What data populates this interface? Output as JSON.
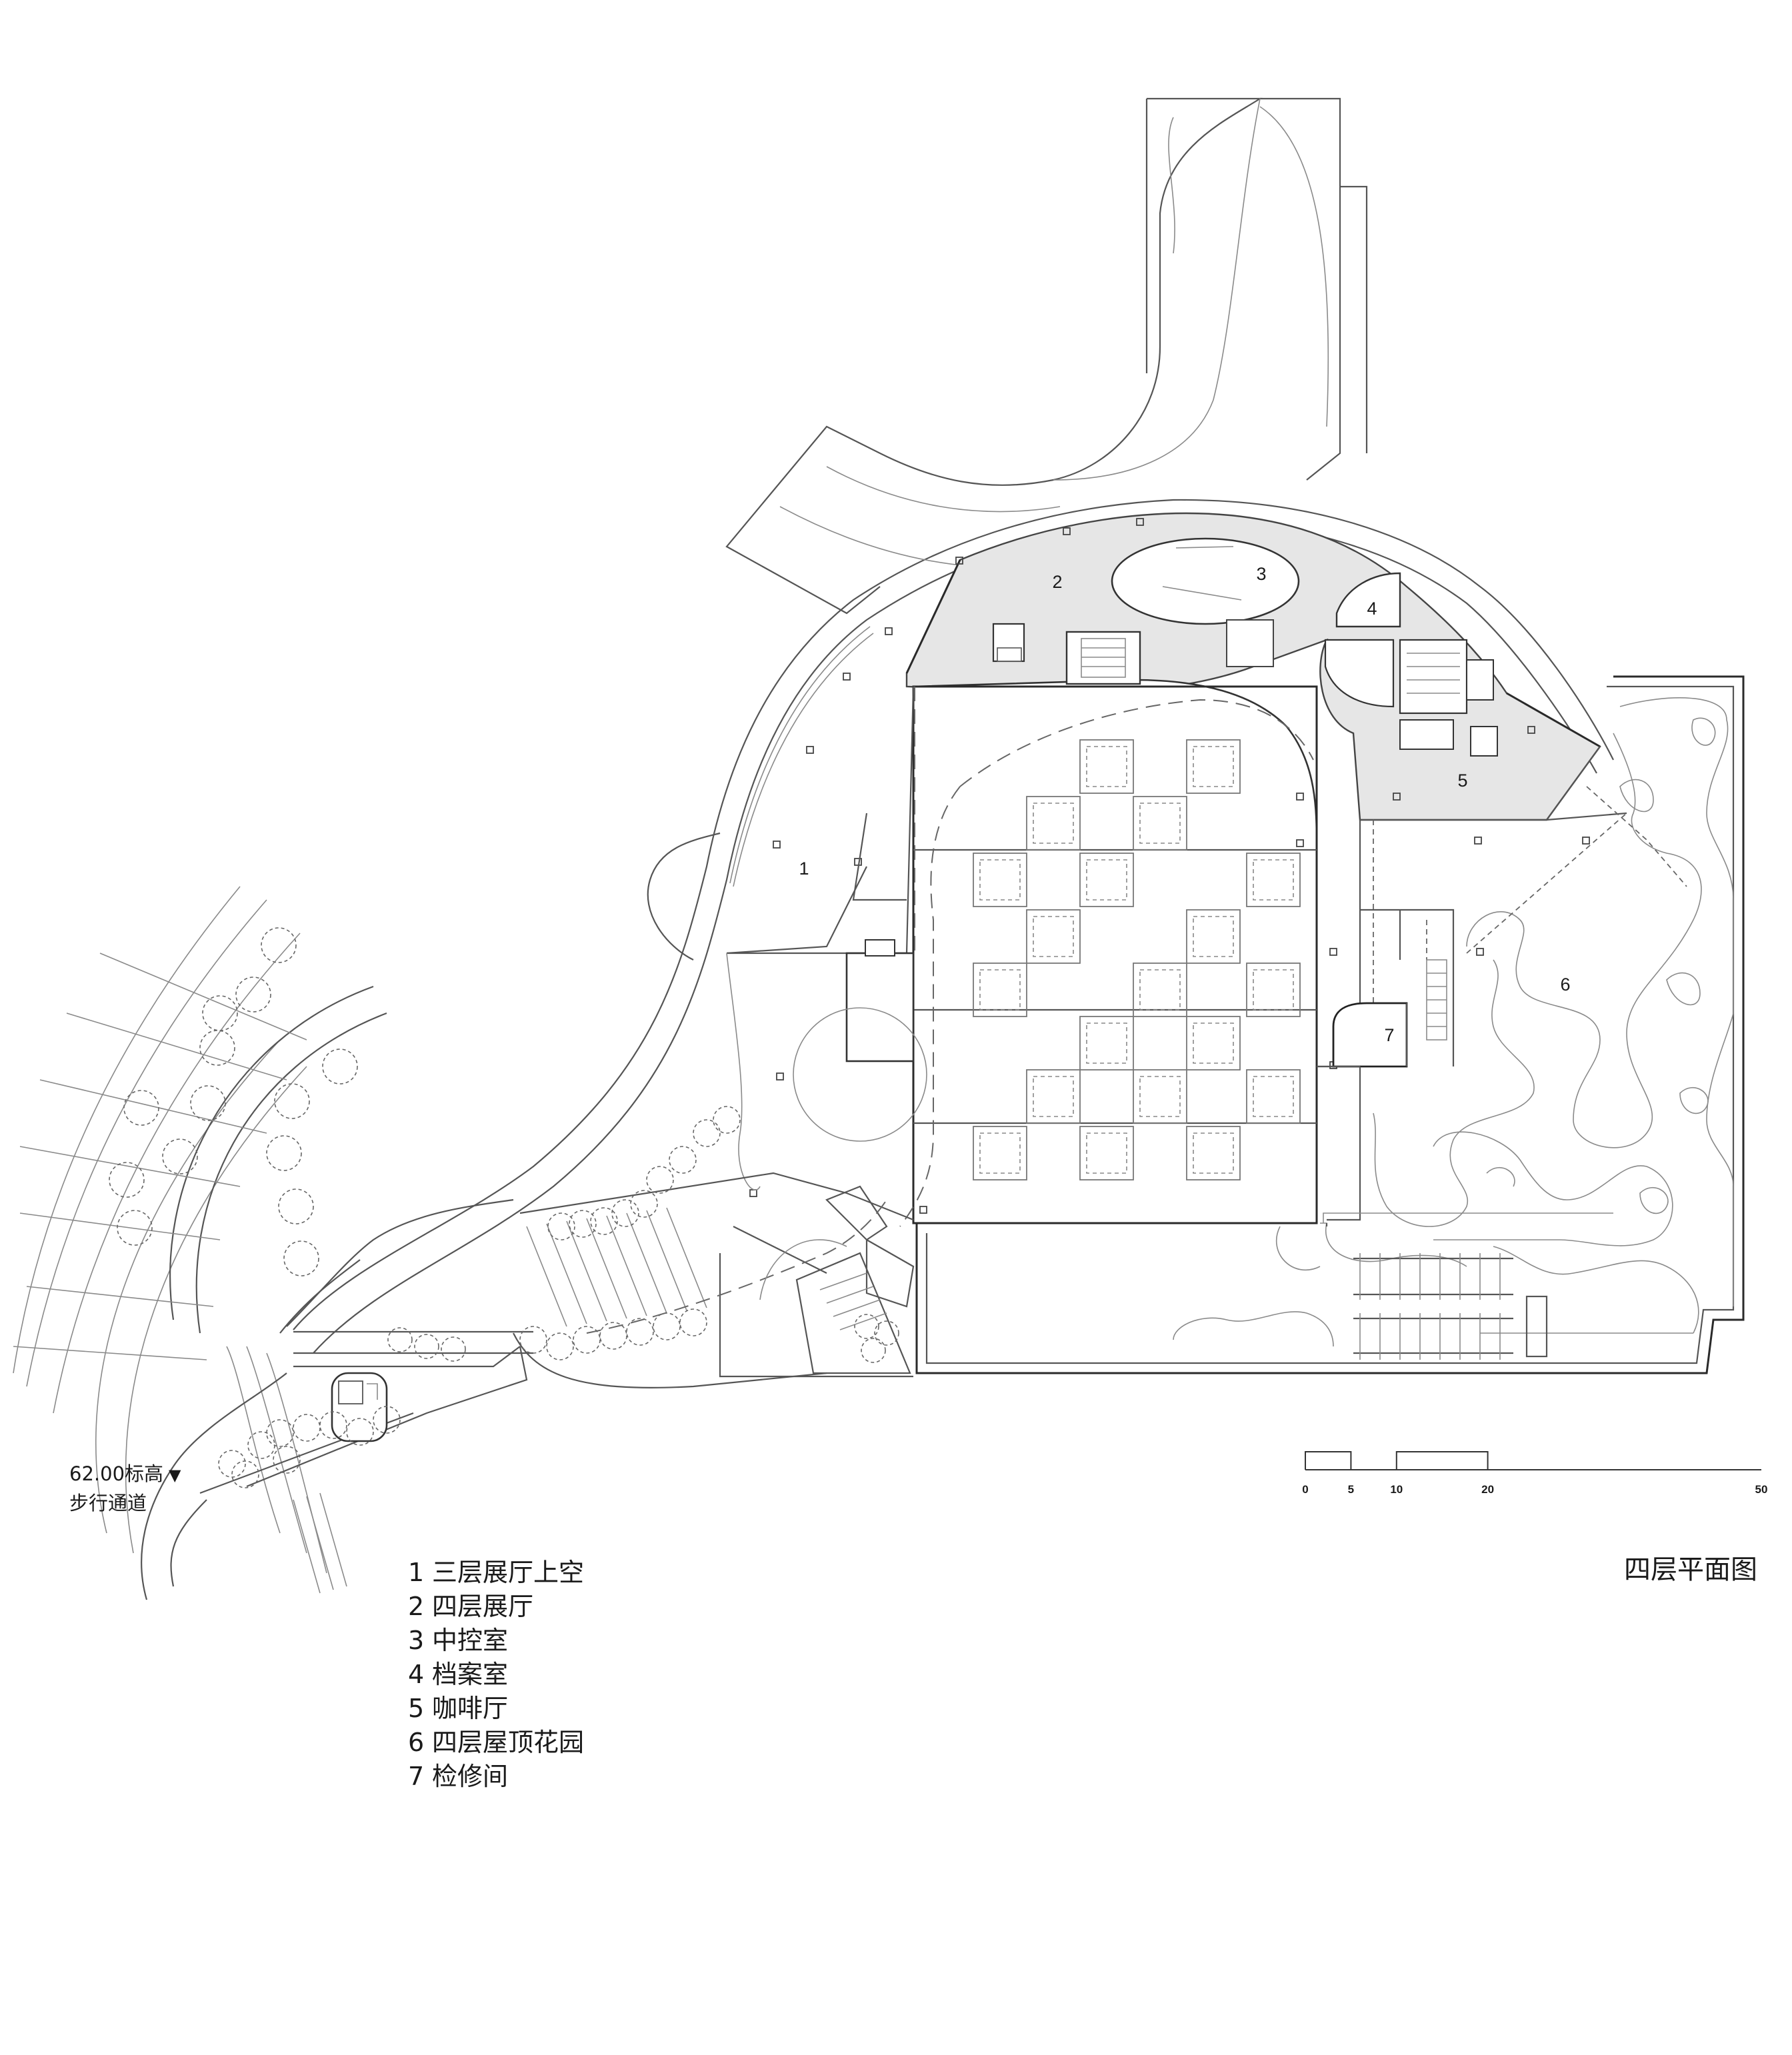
{
  "elevation_note": {
    "level": "62.00标高",
    "marker": "▼",
    "label": "步行通道"
  },
  "room_labels": [
    "1",
    "2",
    "3",
    "4",
    "5",
    "6",
    "7"
  ],
  "legend": [
    {
      "num": "1",
      "label": "三层展厅上空"
    },
    {
      "num": "2",
      "label": "四层展厅"
    },
    {
      "num": "3",
      "label": "中控室"
    },
    {
      "num": "4",
      "label": "档案室"
    },
    {
      "num": "5",
      "label": "咖啡厅"
    },
    {
      "num": "6",
      "label": "四层屋顶花园"
    },
    {
      "num": "7",
      "label": "检修间"
    }
  ],
  "drawing_title": "四层平面图",
  "scale_bar": {
    "ticks": [
      "0",
      "5",
      "10",
      "20",
      "50"
    ],
    "values": [
      0,
      5,
      10,
      20,
      50
    ]
  },
  "colors": {
    "line": "#555555",
    "room_fill": "#e6e6e6",
    "background": "#ffffff"
  }
}
